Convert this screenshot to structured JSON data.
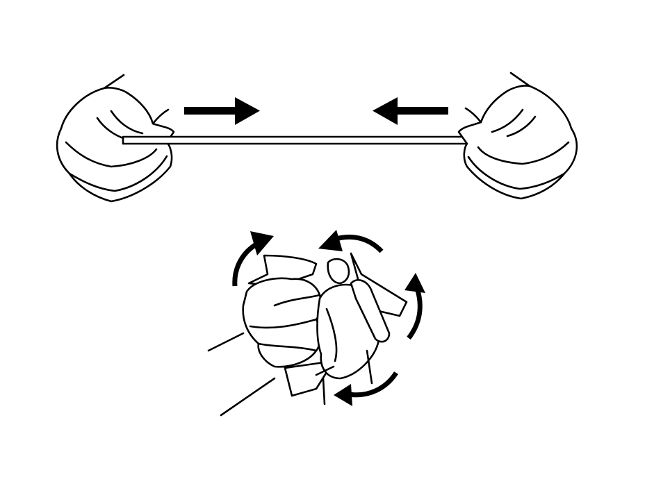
{
  "illustration": {
    "panels": [
      {
        "id": "push",
        "icons": [
          "hand-left-icon",
          "hand-right-icon",
          "paper-strip-icon",
          "arrow-right-icon",
          "arrow-left-icon"
        ]
      },
      {
        "id": "crumple",
        "icons": [
          "hands-crumpling-icon",
          "rotate-arrow-icon"
        ],
        "rotate_arrow_count": 4
      }
    ],
    "colors": {
      "line": "#000000",
      "background": "#ffffff"
    }
  }
}
